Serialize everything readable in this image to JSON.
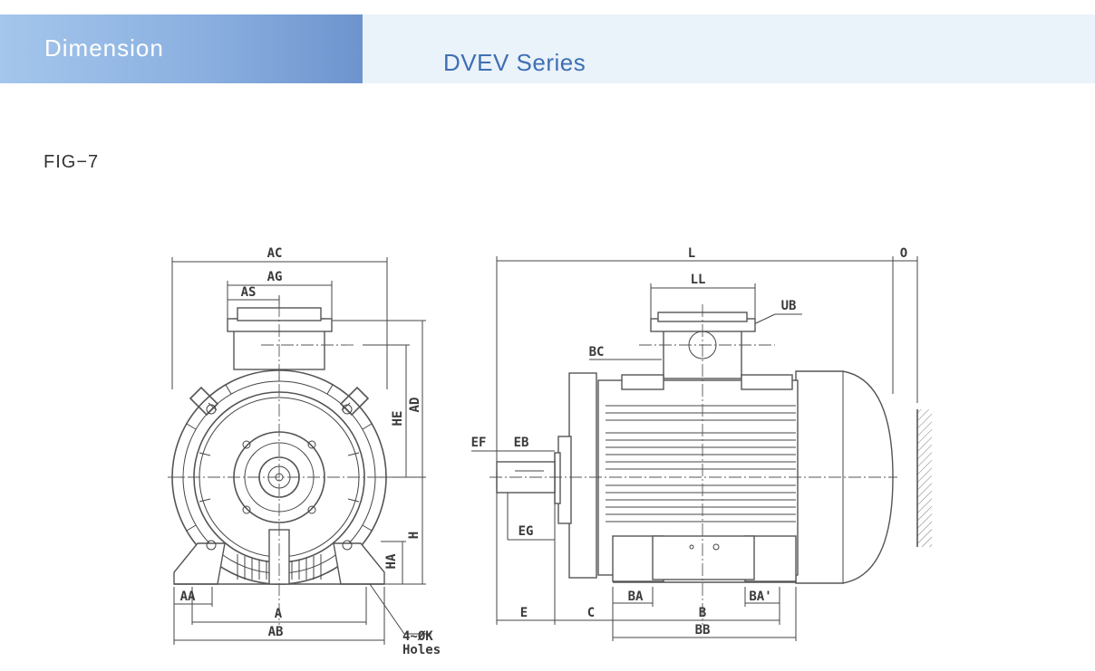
{
  "header": {
    "tab_label": "Dimension",
    "series": "DVEV Series"
  },
  "figure": {
    "label": "FIG−7",
    "front_view": {
      "dims": {
        "ac": "AC",
        "ag": "AG",
        "as": "AS",
        "he": "HE",
        "ad": "AD",
        "h": "H",
        "ha": "HA",
        "aa": "AA",
        "a": "A",
        "ab": "AB"
      },
      "holes_note": {
        "line1": "4~ØK",
        "line2": "Holes"
      }
    },
    "side_view": {
      "dims": {
        "l": "L",
        "o": "O",
        "ll": "LL",
        "ub": "UB",
        "bc": "BC",
        "ef": "EF",
        "eb": "EB",
        "eg": "EG",
        "e": "E",
        "c": "C",
        "ba": "BA",
        "b": "B",
        "ba2": "BA'",
        "bb": "BB"
      }
    }
  }
}
